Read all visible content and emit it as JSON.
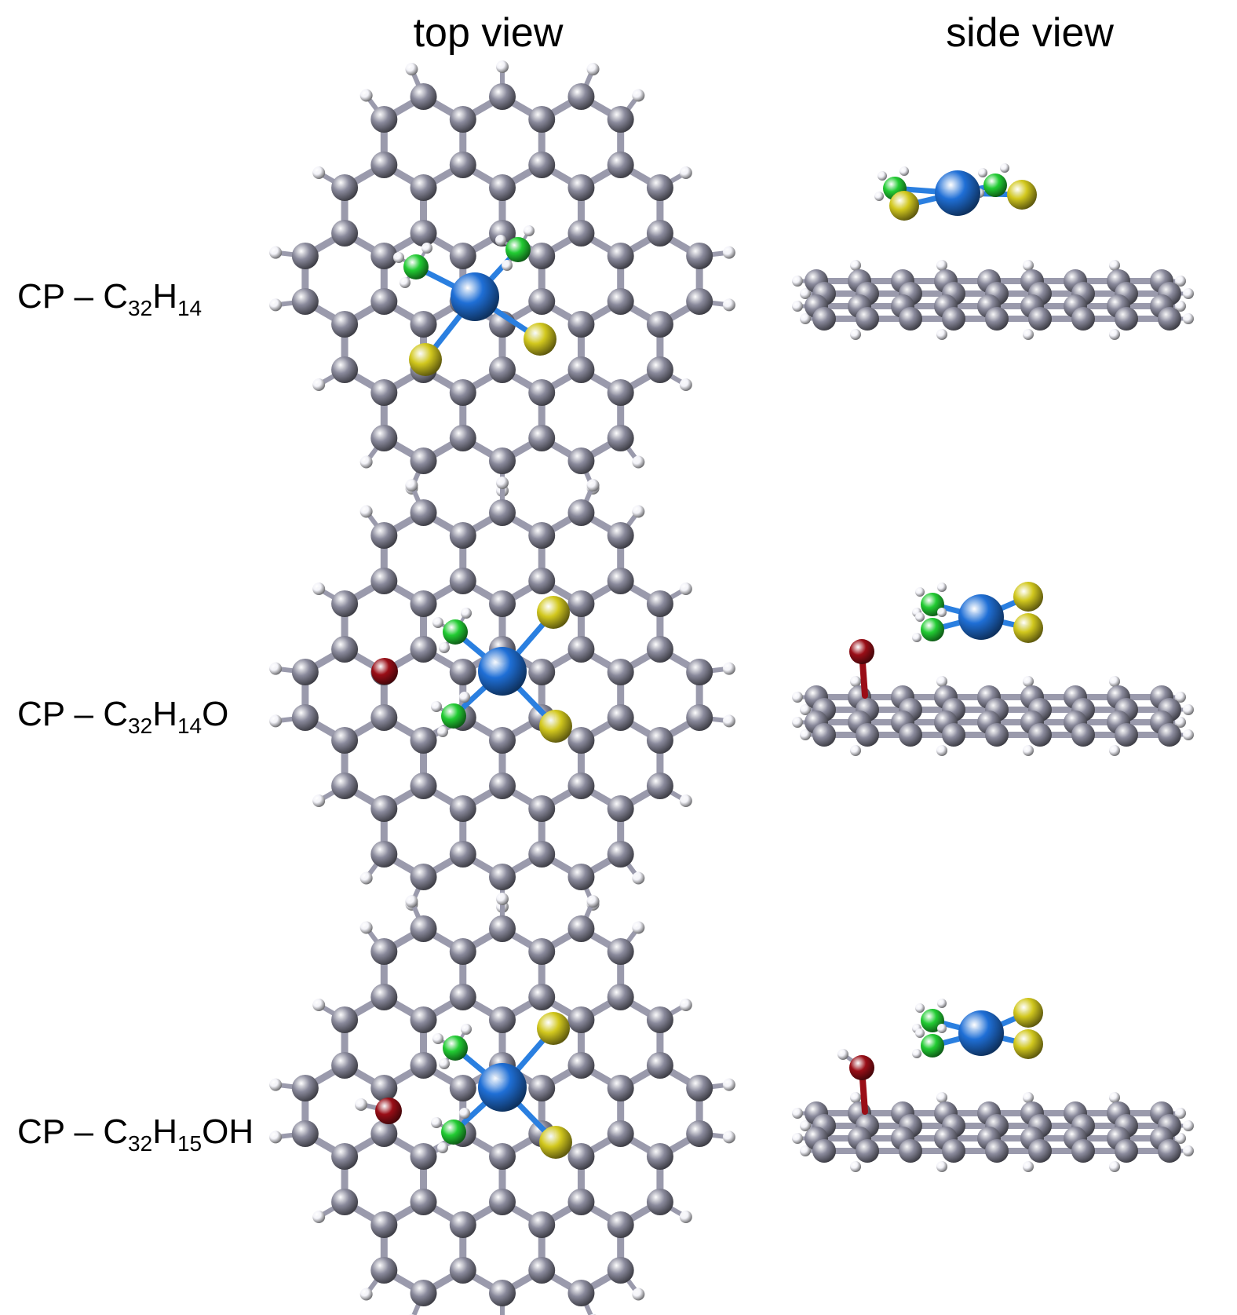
{
  "headers": {
    "top": "top view",
    "side": "side view"
  },
  "rows": [
    {
      "id": "c32h14",
      "label_parts": [
        [
          "CP – C",
          ""
        ],
        [
          "32",
          "sub"
        ],
        [
          "H",
          ""
        ],
        [
          "14",
          "sub"
        ]
      ]
    },
    {
      "id": "c32h14o",
      "label_parts": [
        [
          "CP – C",
          ""
        ],
        [
          "32",
          "sub"
        ],
        [
          "H",
          ""
        ],
        [
          "14",
          "sub"
        ],
        [
          "O",
          ""
        ]
      ]
    },
    {
      "id": "c32h15oh",
      "label_parts": [
        [
          "CP – C",
          ""
        ],
        [
          "32",
          "sub"
        ],
        [
          "H",
          ""
        ],
        [
          "15",
          "sub"
        ],
        [
          "OH",
          ""
        ]
      ]
    }
  ],
  "atom_colors": {
    "carbon": "#8a8a9c",
    "hydrogen": "#f2f2f8",
    "cobalt": "#1f6fd6",
    "sulfur": "#d2c81e",
    "nitrogen": "#22cc33",
    "oxygen": "#9a0e17",
    "cc_bond": "#9a9aac",
    "co_bond": "#2a7fe0"
  }
}
